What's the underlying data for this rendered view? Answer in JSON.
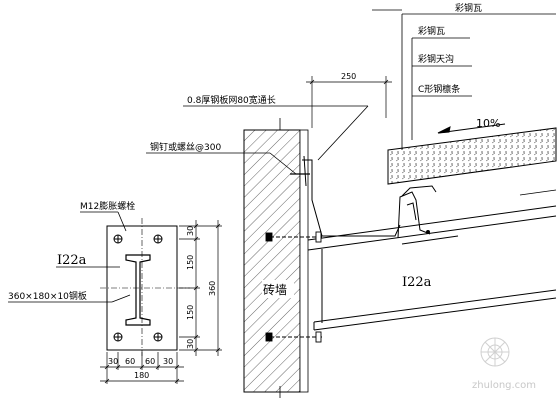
{
  "labels": {
    "roof_panel_top": "彩钢瓦",
    "roof_panel": "彩钢瓦",
    "gutter": "彩钢天沟",
    "purlin": "C形钢檩条",
    "slope": "10%",
    "flashing": "0.8厚钢板网80宽通长",
    "fastener": "钢钉或螺丝@300",
    "dim_250": "250",
    "anchor_bolt": "M12膨胀螺栓",
    "beam_left": "I22a",
    "beam_right": "I22a",
    "plate": "360×180×10钢板",
    "wall": "砖墙"
  },
  "plate_dims": {
    "bottom": [
      "30",
      "60",
      "60",
      "30"
    ],
    "bottom_total": "180",
    "right": [
      "30",
      "150",
      "150",
      "30"
    ],
    "right_total": "360"
  },
  "watermark": "zhulong.com",
  "colors": {
    "line": "#000000",
    "watermark": "#c8c8c8"
  }
}
